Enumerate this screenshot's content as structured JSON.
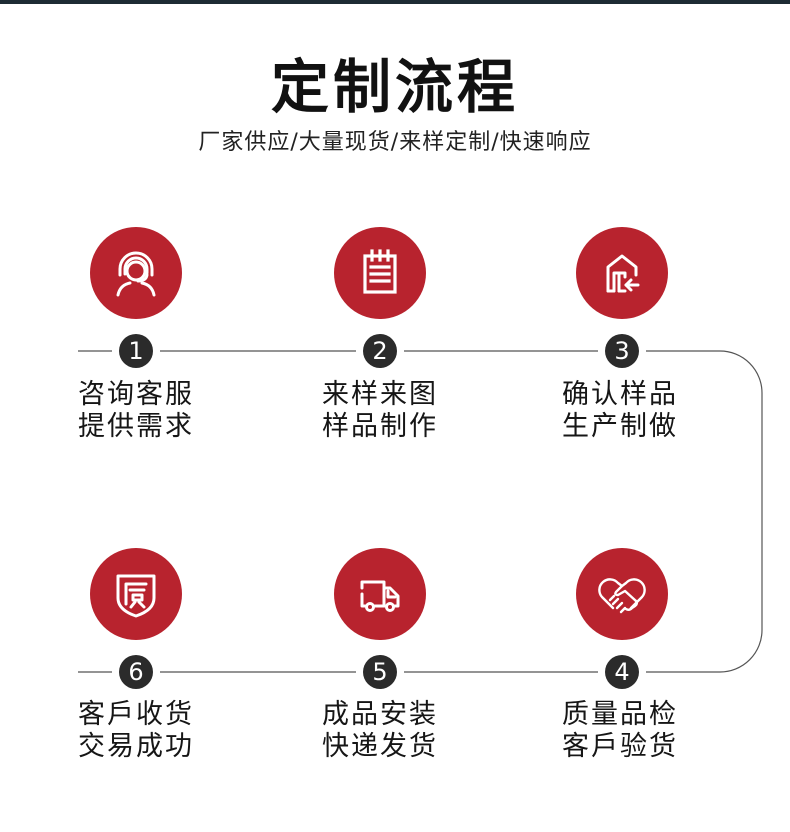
{
  "header": {
    "title": "定制流程",
    "subtitle": "厂家供应/大量现货/来样定制/快速响应"
  },
  "colors": {
    "accent": "#b8232e",
    "number_badge": "#2b2b2b",
    "connector_line": "#555555",
    "top_bar": "#1d2b34"
  },
  "steps": [
    {
      "number": "1",
      "icon": "customer-service-headset-icon",
      "line1": "咨询客服",
      "line2": "提供需求"
    },
    {
      "number": "2",
      "icon": "notepad-icon",
      "line1": "来样来图",
      "line2": "样品制作"
    },
    {
      "number": "3",
      "icon": "warehouse-inbound-icon",
      "line1": "确认样品",
      "line2": "生产制做"
    },
    {
      "number": "4",
      "icon": "handshake-heart-icon",
      "line1": "质量品检",
      "line2": "客戶验货"
    },
    {
      "number": "5",
      "icon": "delivery-truck-icon",
      "line1": "成品安装",
      "line2": "快递发货"
    },
    {
      "number": "6",
      "icon": "quality-shield-icon",
      "line1": "客戶收货",
      "line2": "交易成功"
    }
  ]
}
